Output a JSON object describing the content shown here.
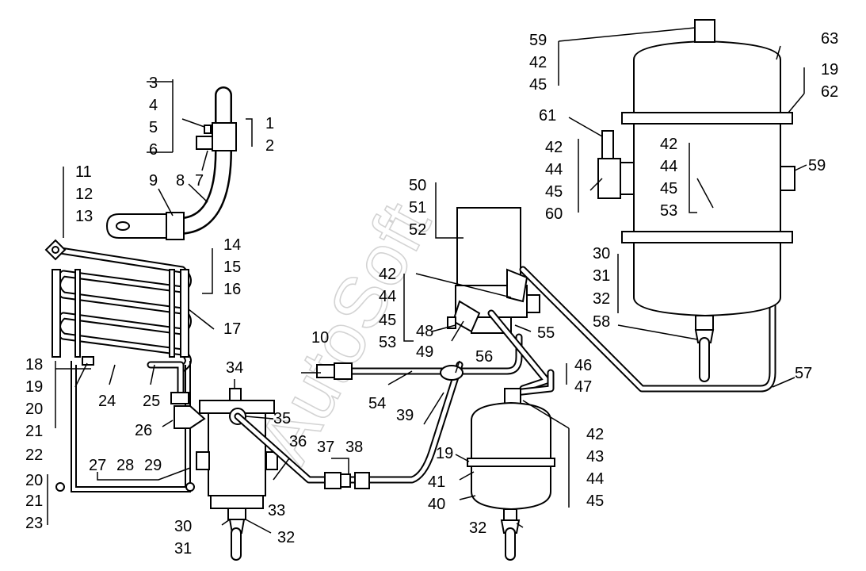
{
  "diagram": {
    "watermark": "AutoSoft",
    "labels": [
      "1",
      "2",
      "3",
      "4",
      "5",
      "6",
      "7",
      "8",
      "9",
      "10",
      "11",
      "12",
      "13",
      "14",
      "15",
      "16",
      "17",
      "18",
      "19",
      "20",
      "21",
      "22",
      "23",
      "24",
      "25",
      "26",
      "27",
      "28",
      "29",
      "30",
      "31",
      "32",
      "33",
      "34",
      "35",
      "36",
      "37",
      "38",
      "39",
      "40",
      "41",
      "42",
      "43",
      "44",
      "45",
      "46",
      "47",
      "48",
      "49",
      "50",
      "51",
      "52",
      "53",
      "54",
      "55",
      "56",
      "57",
      "58",
      "59",
      "60",
      "61",
      "62",
      "63"
    ],
    "labels_extra": [
      "19",
      "20",
      "21",
      "30",
      "31",
      "32",
      "42",
      "44",
      "45",
      "53",
      "59"
    ]
  }
}
